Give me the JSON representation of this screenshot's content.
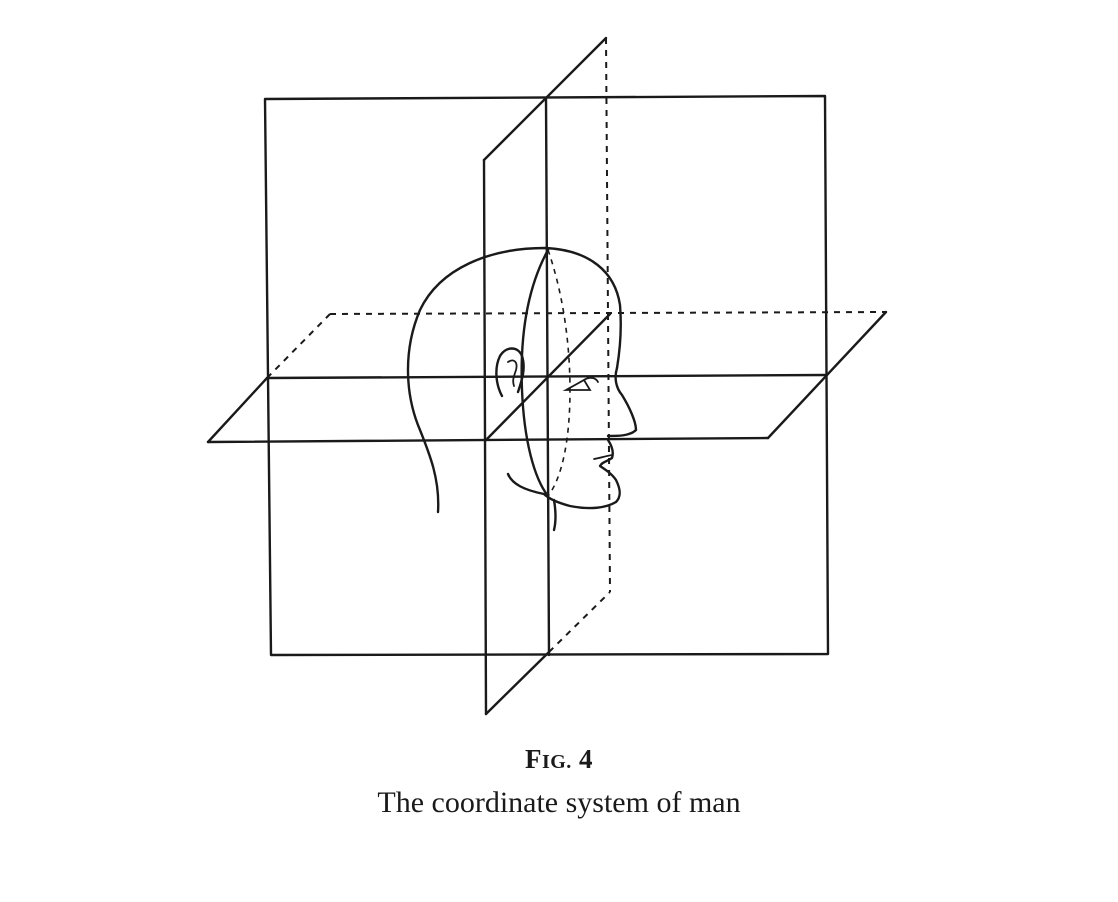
{
  "figure": {
    "label_initial": "F",
    "label_smallcaps": "IG.",
    "label_number": "4",
    "caption": "The coordinate system of man"
  }
}
